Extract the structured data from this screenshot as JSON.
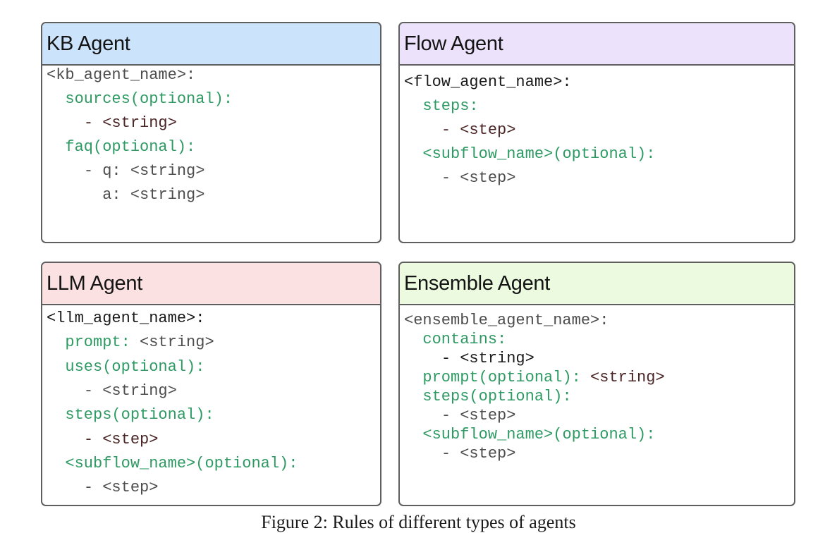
{
  "panels": {
    "kb": {
      "title": "KB Agent",
      "header_color": "#cce4fb",
      "lines": [
        {
          "indent": "",
          "key": "",
          "val": "<kb_agent_name>:"
        },
        {
          "indent": "  ",
          "key": "sources(optional):",
          "val": ""
        },
        {
          "indent": "    ",
          "key": "",
          "val": "- <string>"
        },
        {
          "indent": "  ",
          "key": "faq(optional):",
          "val": ""
        },
        {
          "indent": "    ",
          "key": "",
          "val": "- q: <string>"
        },
        {
          "indent": "      ",
          "key": "",
          "val": "a: <string>"
        }
      ]
    },
    "flow": {
      "title": "Flow Agent",
      "header_color": "#ede2fb",
      "lines": [
        {
          "indent": "",
          "key": "",
          "val": "<flow_agent_name>:"
        },
        {
          "indent": "  ",
          "key": "steps:",
          "val": ""
        },
        {
          "indent": "    ",
          "key": "",
          "val": "- <step>"
        },
        {
          "indent": "  ",
          "key": "<subflow_name>(optional):",
          "val": ""
        },
        {
          "indent": "    ",
          "key": "",
          "val": "- <step>"
        }
      ]
    },
    "llm": {
      "title": "LLM Agent",
      "header_color": "#fbe1e1",
      "lines": [
        {
          "indent": "",
          "key": "",
          "val": "<llm_agent_name>:"
        },
        {
          "indent": "  ",
          "key": "prompt:",
          "val": " <string>"
        },
        {
          "indent": "  ",
          "key": "uses(optional):",
          "val": ""
        },
        {
          "indent": "    ",
          "key": "",
          "val": "- <string>"
        },
        {
          "indent": "  ",
          "key": "steps(optional):",
          "val": ""
        },
        {
          "indent": "    ",
          "key": "",
          "val": "- <step>"
        },
        {
          "indent": "  ",
          "key": "<subflow_name>(optional):",
          "val": ""
        },
        {
          "indent": "    ",
          "key": "",
          "val": "- <step>"
        }
      ]
    },
    "ensemble": {
      "title": "Ensemble Agent",
      "header_color": "#ecfae0",
      "lines": [
        {
          "indent": "",
          "key": "",
          "val": "<ensemble_agent_name>:"
        },
        {
          "indent": "  ",
          "key": "contains:",
          "val": ""
        },
        {
          "indent": "    ",
          "key": "",
          "val": "- <string>"
        },
        {
          "indent": "  ",
          "key": "prompt(optional):",
          "val": " <string>"
        },
        {
          "indent": "  ",
          "key": "steps(optional):",
          "val": ""
        },
        {
          "indent": "    ",
          "key": "",
          "val": "- <step>"
        },
        {
          "indent": "  ",
          "key": "<subflow_name>(optional):",
          "val": ""
        },
        {
          "indent": "    ",
          "key": "",
          "val": "- <step>"
        }
      ]
    }
  },
  "caption": "Figure 2: Rules of different types of agents"
}
